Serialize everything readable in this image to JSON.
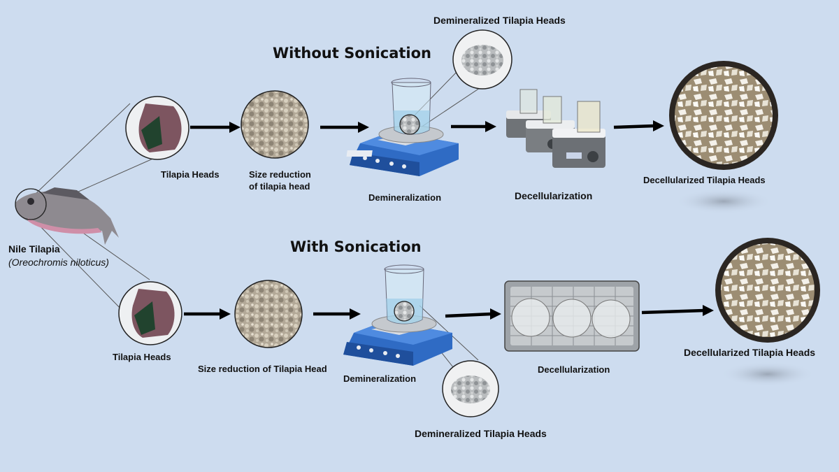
{
  "source": {
    "name": "Nile Tilapia",
    "scientific_name": "(Oreochromis niloticus)"
  },
  "top_flow": {
    "title": "Without Sonication",
    "steps": {
      "heads": "Tilapia Heads",
      "size_reduction_line1": "Size reduction",
      "size_reduction_line2": "of tilapia head",
      "demineralization": "Demineralization",
      "demineralized": "Demineralized Tilapia Heads",
      "decellularization": "Decellularization",
      "result": "Decellularized Tilapia Heads"
    }
  },
  "bottom_flow": {
    "title": "With Sonication",
    "steps": {
      "heads": "Tilapia Heads",
      "size_reduction": "Size reduction of Tilapia Head",
      "demineralization": "Demineralization",
      "demineralized": "Demineralized Tilapia Heads",
      "decellularization": "Decellularization",
      "result": "Decellularized Tilapia Heads"
    }
  },
  "colors": {
    "background": "#cddcef",
    "stirrer_blue": "#2f6bc4",
    "arrow": "#000000"
  }
}
